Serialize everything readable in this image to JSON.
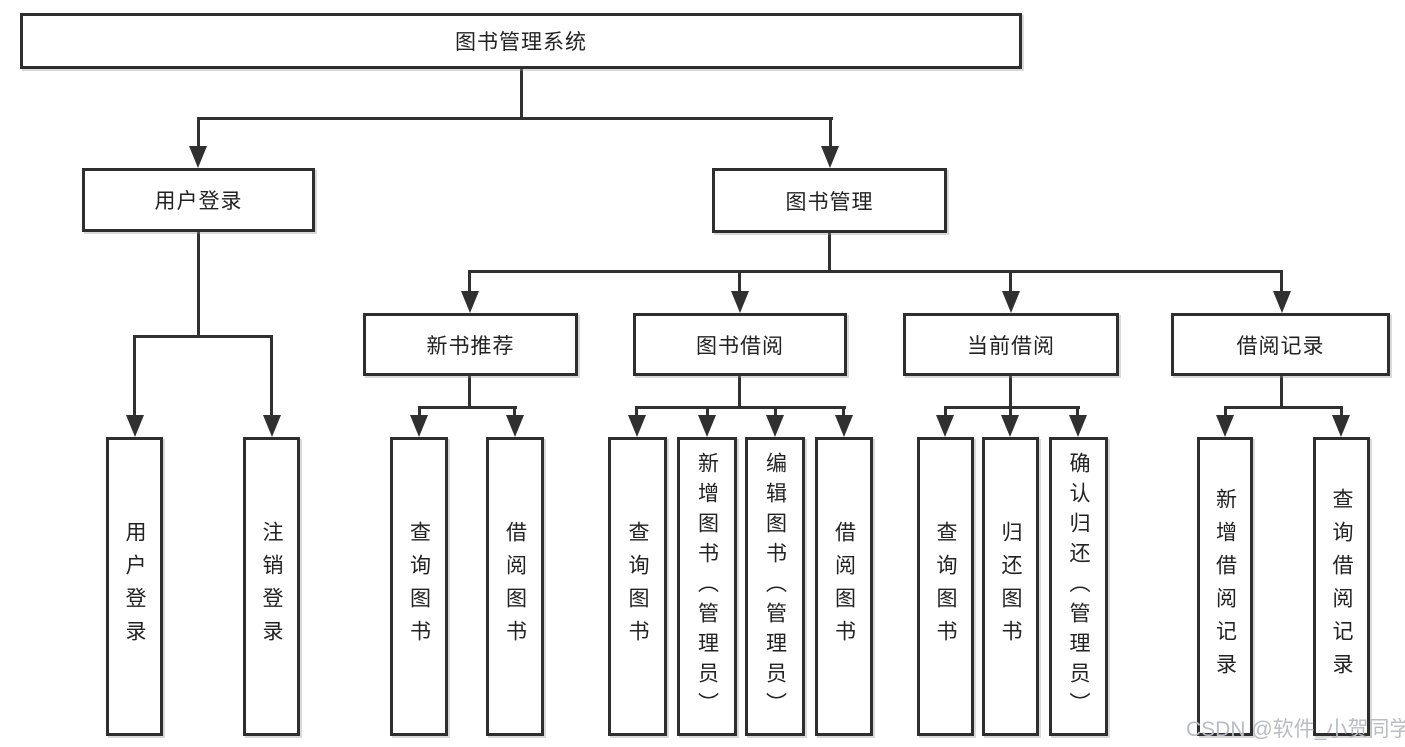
{
  "diagram": {
    "root": {
      "label": "图书管理系统"
    },
    "branches": [
      {
        "label": "用户登录",
        "children": [
          {
            "label": "用户登录"
          },
          {
            "label": "注销登录"
          }
        ]
      },
      {
        "label": "图书管理",
        "children": [
          {
            "label": "新书推荐",
            "children": [
              {
                "label": "查询图书"
              },
              {
                "label": "借阅图书"
              }
            ]
          },
          {
            "label": "图书借阅",
            "children": [
              {
                "label": "查询图书"
              },
              {
                "label": "新增图书（管理员）"
              },
              {
                "label": "编辑图书（管理员）"
              },
              {
                "label": "借阅图书"
              }
            ]
          },
          {
            "label": "当前借阅",
            "children": [
              {
                "label": "查询图书"
              },
              {
                "label": "归还图书"
              },
              {
                "label": "确认归还（管理员）"
              }
            ]
          },
          {
            "label": "借阅记录",
            "children": [
              {
                "label": "新增借阅记录"
              },
              {
                "label": "查询借阅记录"
              }
            ]
          }
        ]
      }
    ],
    "watermark": "CSDN @软件_小贺同学"
  },
  "colors": {
    "line": "#303030",
    "border": "#2e2e2e",
    "text": "#222222",
    "watermark": "#b9bcc2",
    "bg": "#ffffff"
  }
}
